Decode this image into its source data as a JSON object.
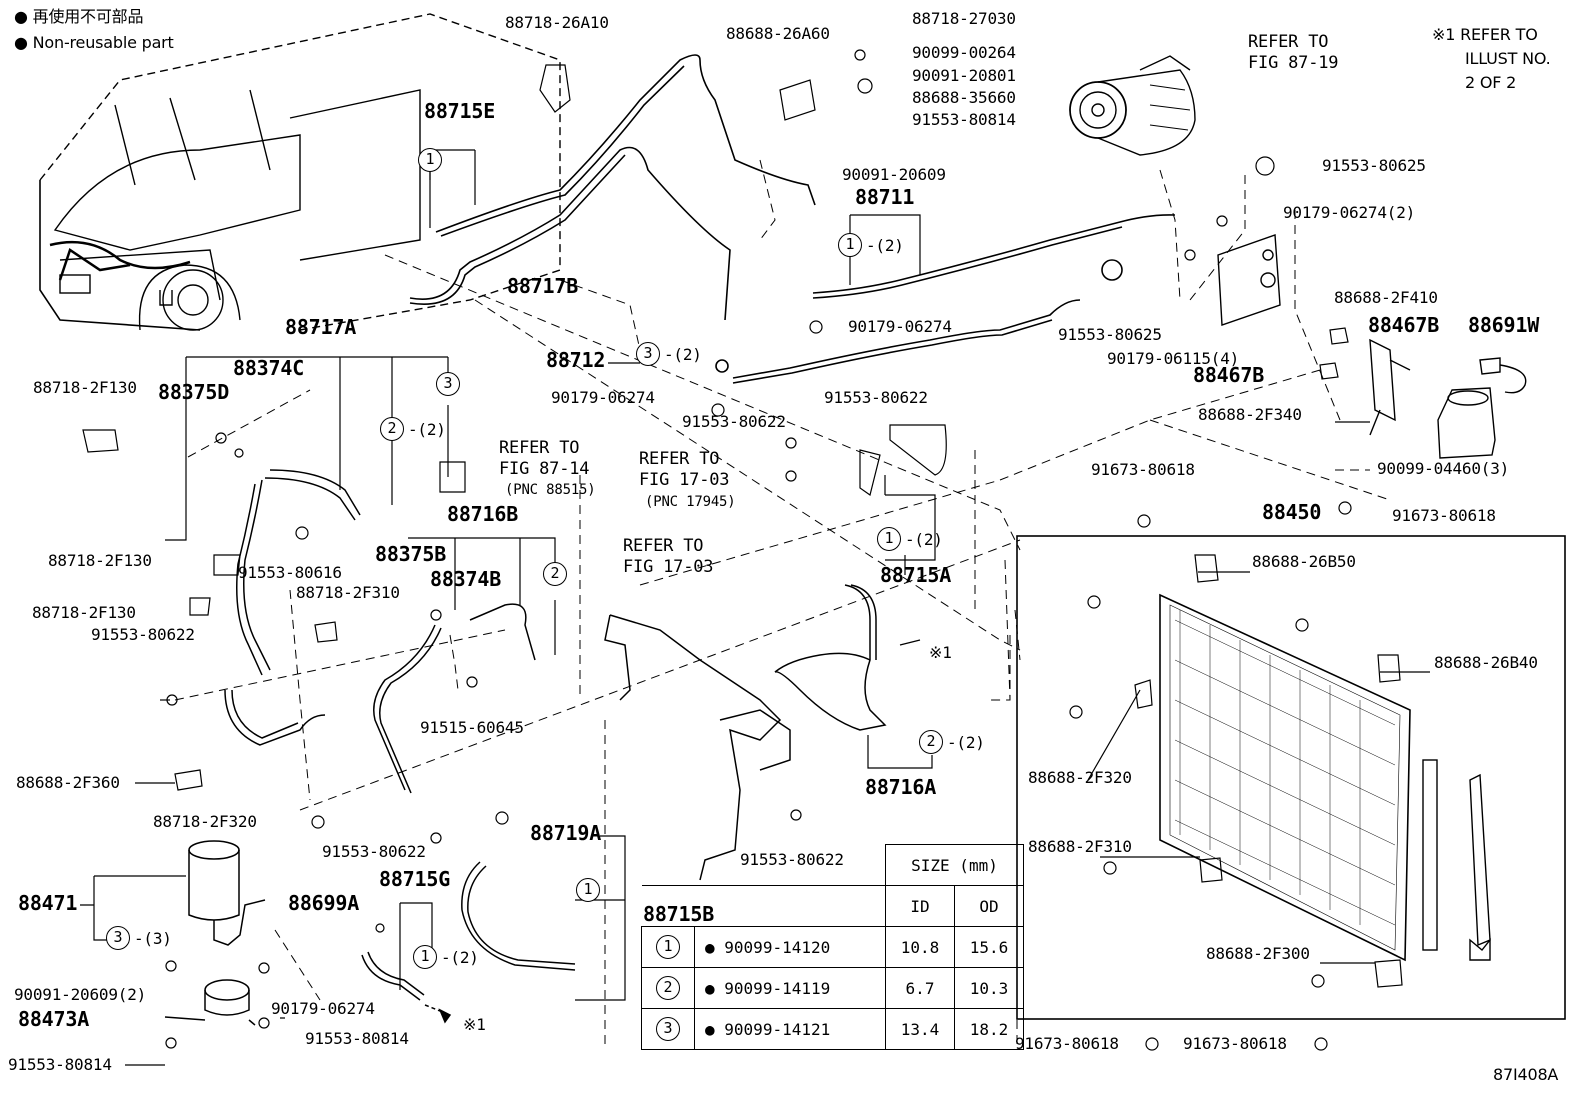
{
  "legend": {
    "line1_symbol": "●",
    "line1_text": "再使用不可部品",
    "line2_symbol": "●",
    "line2_text": "Non-reusable part"
  },
  "note_top_right": {
    "line1": "※1 REFER TO",
    "line2": "ILLUST NO.",
    "line3": "2 OF 2"
  },
  "refer_notes": {
    "compressor": {
      "line1": "REFER TO",
      "line2": "FIG 87-19"
    },
    "expansion_valve": {
      "line1": "REFER TO",
      "line2": "FIG 87-14",
      "line3": "(PNC 88515)"
    },
    "fig_17_03_a": {
      "line1": "REFER TO",
      "line2": "FIG 17-03",
      "line3": "(PNC 17945)"
    },
    "fig_17_03_b": {
      "line1": "REFER TO",
      "line2": "FIG 17-03"
    }
  },
  "parts": {
    "p88718_26A10": "88718-26A10",
    "p88688_26A60": "88688-26A60",
    "p88718_27030": "88718-27030",
    "p90099_00264": "90099-00264",
    "p90091_20801": "90091-20801",
    "p88688_35660": "88688-35660",
    "p91553_80814_a": "91553-80814",
    "p90091_20609": "90091-20609",
    "p88711": "88711",
    "p91553_80625_a": "91553-80625",
    "p90179_06274_2": "90179-06274(2)",
    "p88688_2F410": "88688-2F410",
    "p88467B_a": "88467B",
    "p88691W": "88691W",
    "p90179_06274_a": "90179-06274",
    "p91553_80625_b": "91553-80625",
    "p90179_06115_4": "90179-06115(4)",
    "p88467B_b": "88467B",
    "p88688_2F340": "88688-2F340",
    "p90099_04460_3": "90099-04460(3)",
    "p88715E": "88715E",
    "p88717B": "88717B",
    "p88712": "88712",
    "p90179_06274_b": "90179-06274",
    "p91553_80622_a": "91553-80622",
    "p91553_80622_b": "91553-80622",
    "p88717A": "88717A",
    "p88374C": "88374C",
    "p88375D": "88375D",
    "p88718_2F130_a": "88718-2F130",
    "p88718_2F130_b": "88718-2F130",
    "p88718_2F130_c": "88718-2F130",
    "p91553_80616": "91553-80616",
    "p88718_2F310": "88718-2F310",
    "p91553_80622_c": "91553-80622",
    "p88716B": "88716B",
    "p88375B": "88375B",
    "p88374B": "88374B",
    "p91515_60645": "91515-60645",
    "p88715A": "88715A",
    "p91673_80618_a": "91673-80618",
    "p88450": "88450",
    "p91673_80618_b": "91673-80618",
    "p88688_26B50": "88688-26B50",
    "p88688_26B40": "88688-26B40",
    "p88688_2F320": "88688-2F320",
    "p88688_2F310": "88688-2F310",
    "p88688_2F300": "88688-2F300",
    "p91673_80618_c": "91673-80618",
    "p91673_80618_d": "91673-80618",
    "p88716A": "88716A",
    "p91553_80622_d": "91553-80622",
    "p88688_2F360": "88688-2F360",
    "p88718_2F320": "88718-2F320",
    "p91553_80622_e": "91553-80622",
    "p88715G": "88715G",
    "p88719A": "88719A",
    "p88471": "88471",
    "p88699A": "88699A",
    "p88715B": "88715B",
    "p90091_20609_2": "90091-20609(2)",
    "p88473A": "88473A",
    "p90179_06274_c": "90179-06274",
    "p91553_80814_b": "91553-80814",
    "p91553_80814_c": "91553-80814"
  },
  "callouts": {
    "one": "1",
    "two": "2",
    "three": "3",
    "qty2": "-(2)",
    "qty3": "-(3)",
    "ref1": "※1"
  },
  "size_table": {
    "title": "SIZE (mm)",
    "col_id": "ID",
    "col_od": "OD",
    "rows": [
      {
        "callout": "1",
        "mark": "●",
        "part": "90099-14120",
        "id": "10.8",
        "od": "15.6"
      },
      {
        "callout": "2",
        "mark": "●",
        "part": "90099-14119",
        "id": "6.7",
        "od": "10.3"
      },
      {
        "callout": "3",
        "mark": "●",
        "part": "90099-14121",
        "id": "13.4",
        "od": "18.2"
      }
    ]
  },
  "illustration_code": "87I408A"
}
